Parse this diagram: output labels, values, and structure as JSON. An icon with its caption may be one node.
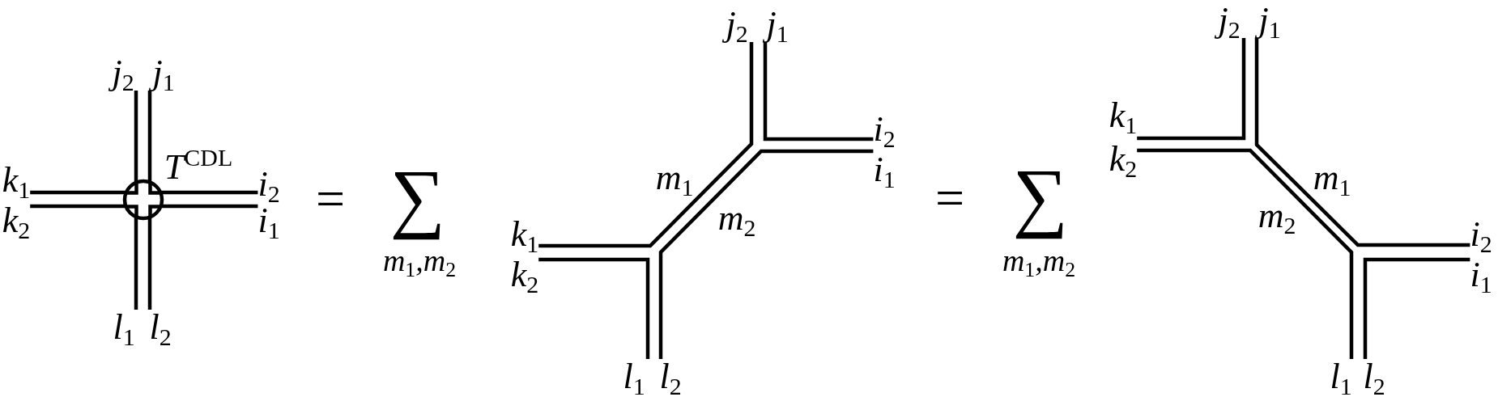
{
  "diagram": {
    "nodes": [
      {
        "text": [
          "T$^{CDL}$"
        ]
      },
      {
        "text": [
          "j$_{2}$"
        ]
      },
      {
        "text": [
          "j$_{1}$"
        ]
      },
      {
        "text": [
          "k$_{1}$"
        ]
      },
      {
        "text": [
          "i$_{2}$"
        ]
      },
      {
        "text": [
          "k$_{2}$"
        ]
      },
      {
        "text": [
          "i$_{1}$"
        ]
      },
      {
        "text": [
          "l$_{1}$"
        ]
      },
      {
        "text": [
          "l$_{2}$"
        ]
      },
      {
        "text": [
          "j$_{2}$"
        ]
      },
      {
        "text": [
          "j$_{1}$"
        ]
      },
      {
        "text": [
          "i$_{2}$"
        ]
      },
      {
        "text": [
          "i$_{1}$"
        ]
      },
      {
        "text": [
          "k$_{1}$"
        ]
      },
      {
        "text": [
          "k$_{2}$"
        ]
      },
      {
        "text": [
          "l$_{1}$"
        ]
      },
      {
        "text": [
          "l$_{2}$"
        ]
      },
      {
        "text": [
          "j$_{2}$"
        ]
      },
      {
        "text": [
          "j$_{1}$"
        ]
      },
      {
        "text": [
          "k$_{1}$"
        ]
      },
      {
        "text": [
          "k$_{2}$"
        ]
      },
      {
        "text": [
          "i$_{2}$"
        ]
      },
      {
        "text": [
          "i$_{1}$"
        ]
      },
      {
        "text": [
          "l$_{1}$"
        ]
      },
      {
        "text": [
          "l$_{2}$"
        ]
      }
    ],
    "edges": [
      {
        "from": 1,
        "to": 0,
        "arrow": "none"
      },
      {
        "from": 2,
        "to": 0,
        "arrow": "none"
      },
      {
        "from": 3,
        "to": 0,
        "arrow": "none"
      },
      {
        "from": 4,
        "to": 0,
        "arrow": "none"
      },
      {
        "from": 5,
        "to": 0,
        "arrow": "none"
      },
      {
        "from": 6,
        "to": 0,
        "arrow": "none"
      },
      {
        "from": 7,
        "to": 0,
        "arrow": "none"
      },
      {
        "from": 8,
        "to": 0,
        "arrow": "none"
      },
      {
        "from": 9,
        "to": 13,
        "label": "m$_{1}$",
        "arrow": "none"
      },
      {
        "from": 10,
        "to": 11,
        "arrow": "none"
      },
      {
        "from": 12,
        "to": 16,
        "label": "m$_{2}$",
        "arrow": "none"
      },
      {
        "from": 14,
        "to": 15,
        "arrow": "none"
      },
      {
        "from": 17,
        "to": 19,
        "arrow": "none"
      },
      {
        "from": 18,
        "to": 21,
        "label": "m$_{1}$",
        "arrow": "none"
      },
      {
        "from": 20,
        "to": 23,
        "label": "m$_{2}$",
        "arrow": "none"
      },
      {
        "from": 22,
        "to": 24,
        "arrow": "none"
      }
    ],
    "labels": [
      "=",
      "∑",
      "m$_{1}$,m$_{2}$",
      "=",
      "∑",
      "m$_{1}$,m$_{2}$"
    ]
  }
}
